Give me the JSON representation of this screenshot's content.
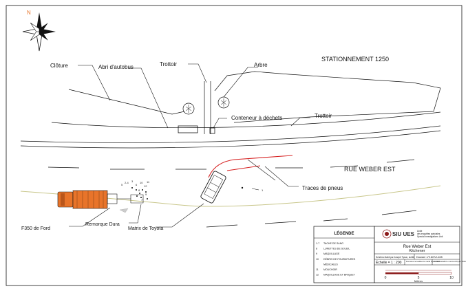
{
  "compass": {
    "north_label": "N"
  },
  "labels": {
    "cloture": "Clôture",
    "abri": "Abri d'autobus",
    "trottoir_top": "Trottoir",
    "arbre": "Arbre",
    "stationnement": "STATIONNEMENT 1250",
    "conteneur": "Conteneur à déchets",
    "trottoir_right": "Trottoir",
    "rue": "RUE WEBER EST",
    "traces": "Traces de pneus",
    "f350": "F350 de Ford",
    "remorque": "Remorque Dura",
    "matrix": "Matrix de Toyota",
    "marker_1": "1"
  },
  "evidence_markers": [
    "5",
    "2-4",
    "3",
    "6",
    "8",
    "10",
    "12",
    "11",
    "9",
    "7"
  ],
  "legend": {
    "title": "LÉGENDE",
    "items": [
      {
        "num": "1-7",
        "text": "TACHE DE SANG"
      },
      {
        "num": "8",
        "text": "LUNETTES DE SOLEIL"
      },
      {
        "num": "9",
        "text": "MAQUILLAGE"
      },
      {
        "num": "10",
        "text": "DÉBRIS DE FOURNITURES"
      },
      {
        "num": "",
        "text": "MÉDICALES"
      },
      {
        "num": "11",
        "text": "MOUCHOIR"
      },
      {
        "num": "12",
        "text": "MAQUILLAGE ET BRIQUET"
      }
    ]
  },
  "title_block": {
    "logo": "SIU UES",
    "org_lines": [
      "Unité",
      "des enquêtes spéciales",
      "Special Investigations Unit"
    ],
    "street": "Rue Weber Est",
    "city": "Kitchener",
    "drawn_by": "Schéma établi par Joseph Tyson, sic5ib",
    "file_no": "Dossier n°16OVI-165",
    "scale": "Échelle = 1 : 200",
    "collected": "Données recueillies le mardi 9 juin 2016",
    "drawn_date": "Schéma établi le mercredi 8 juin 2016",
    "scale_bar": [
      "0",
      "5",
      "10"
    ],
    "scale_unit": "Mètres"
  },
  "colors": {
    "vehicle_orange": "#e8742a",
    "tire_marks": "#d62020",
    "road_edge": "#c8c68a",
    "ink": "#111111",
    "scale_bar": "#8b1a1a"
  }
}
